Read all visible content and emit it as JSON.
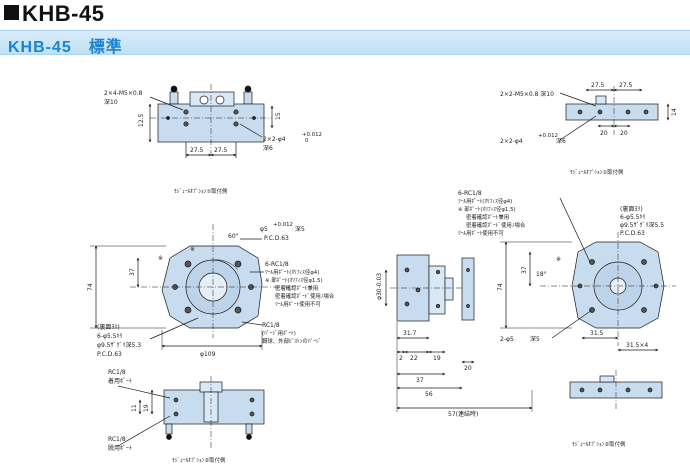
{
  "title": "KHB-45",
  "subtitle": "KHB-45　標準",
  "labels": {
    "tl_thread": "2×4-M5×0.8",
    "tl_depth": "深10",
    "dim_12_5": "12.5",
    "dim_15": "15",
    "dim_27_5": "27.5",
    "tl_pin": "2×2-φ4",
    "tol_plus": "+0.012",
    "tol_zero": "0",
    "depth6": "深6",
    "caption_opt1": "ﾓｼﾞｭｰﾙｵﾌﾟｼｮﾝ①取付側",
    "tr_thread": "2×2-M5×0.8 深10",
    "dim_14": "14",
    "dim_20": "20",
    "pin_hole_5": "φ5",
    "depth5": "深5",
    "pcd63": "P.C.D.63",
    "dim_60": "60°",
    "dim_37": "37",
    "dim_74": "74",
    "rc_6": "6-RC1/8",
    "port_tool": "ﾂｰﾙ用ﾎﾟｰﾄ(ｵﾘﾌｨｽ径φ4)",
    "port_note": "※ 部ﾎﾟｰﾄ(ｵﾘﾌｨｽ径φ1.5)",
    "port_note2": "密着確認ﾎﾟｰﾄ兼用",
    "port_note3": "密着確認ﾎﾟｰﾄﾞ使用ﾉ場合",
    "port_note4": "ﾂｰﾙ用ﾎﾟｰﾄ使用不可",
    "back_side": "(裏面ﾖﾘ)",
    "back_hole": "6-φ5.5ｷﾘ",
    "back_cbore": "φ9.5ｻﾞｸﾞﾘ深5.3",
    "rc_1": "RC1/8",
    "purge_port": "(ﾊﾟｰｼﾞ用ﾎﾟｰﾄ)",
    "purge_note": "鋼球、外部ﾋﾟｽﾄﾝのﾊﾟｰｼﾞ",
    "dim_109": "φ109",
    "star": "※",
    "dim_30": "φ30-0.03",
    "dim_31_7": "31.7",
    "dim_2": "2",
    "dim_22": "22",
    "dim_19": "19",
    "dim_56": "56",
    "dim_57": "57(連結時)",
    "dim_18": "18°",
    "dim_31_5": "31.5",
    "dim_31_5_4": "31.5×4",
    "rc_attach": "着用ﾎﾟｰﾄ",
    "rc_detach": "脱用ﾎﾟｰﾄ",
    "dim_11": "11",
    "dim_19b": "19",
    "caption_opt2": "ﾓｼﾞｭｰﾙｵﾌﾟｼｮﾝ②取付側",
    "back_cbore2": "φ9.5ｻﾞｸﾞﾘ深5.5",
    "pin5b": "2-φ5"
  },
  "colors": {
    "accent": "#1b84cf",
    "part_fill": "#c8dcef",
    "line": "#1a1a1a"
  }
}
